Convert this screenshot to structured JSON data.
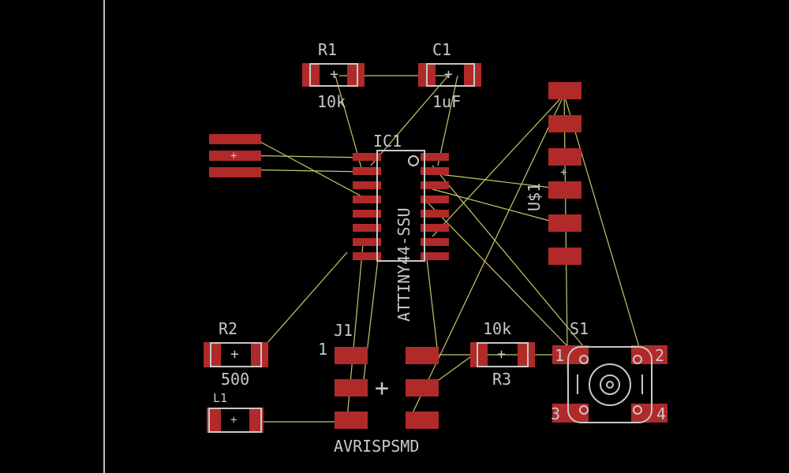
{
  "view": {
    "background": "#000000",
    "pad_color": "#b02a2a",
    "silk_color": "#c8c8c8",
    "airwire_color": "#c9c76a"
  },
  "components": {
    "r1": {
      "name": "R1",
      "value": "10k"
    },
    "c1": {
      "name": "C1",
      "value": "1uF"
    },
    "ic1": {
      "name": "IC1",
      "value": "ATTINY44-SSU"
    },
    "u1": {
      "name": "U$1"
    },
    "r2": {
      "name": "R2",
      "value": "500"
    },
    "l1": {
      "name": "L1"
    },
    "j1": {
      "name": "J1",
      "pin1": "1",
      "value": "AVRISPSMD"
    },
    "r3": {
      "name": "R3",
      "value": "10k"
    },
    "s1": {
      "name": "S1",
      "pin1": "1",
      "pin2": "2",
      "pin3": "3",
      "pin4": "4"
    }
  }
}
